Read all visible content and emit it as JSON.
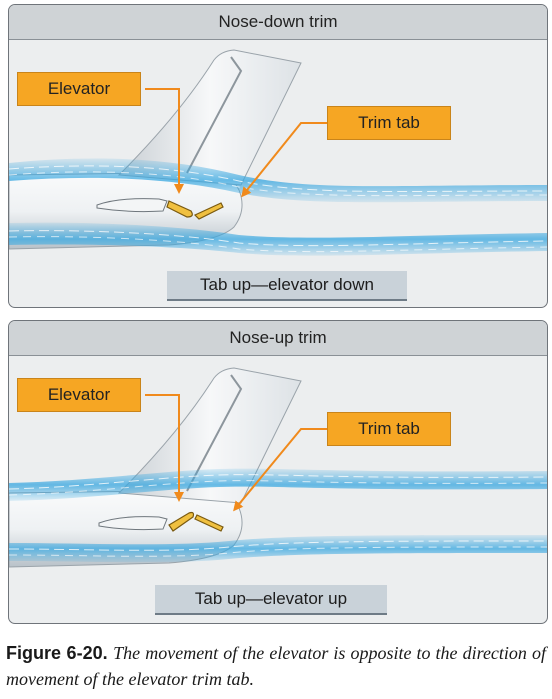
{
  "panels": [
    {
      "title": "Nose-down trim",
      "elevator_label": "Elevator",
      "trim_tab_label": "Trim tab",
      "caption": "Tab up—elevator down"
    },
    {
      "title": "Nose-up trim",
      "elevator_label": "Elevator",
      "trim_tab_label": "Trim tab",
      "caption": "Tab up—elevator up"
    }
  ],
  "figure": {
    "number": "Figure 6-20.",
    "text": "The movement of the elevator is opposite to the direction of movement of the elevator trim tab."
  },
  "colors": {
    "panel_bg": "#eceeef",
    "header_bg": "#cfd3d6",
    "callout": "#f6a623",
    "arrow": "#f08a1c",
    "airflow": "#3aa8e0",
    "caption_bar": "#c9d2d9"
  }
}
